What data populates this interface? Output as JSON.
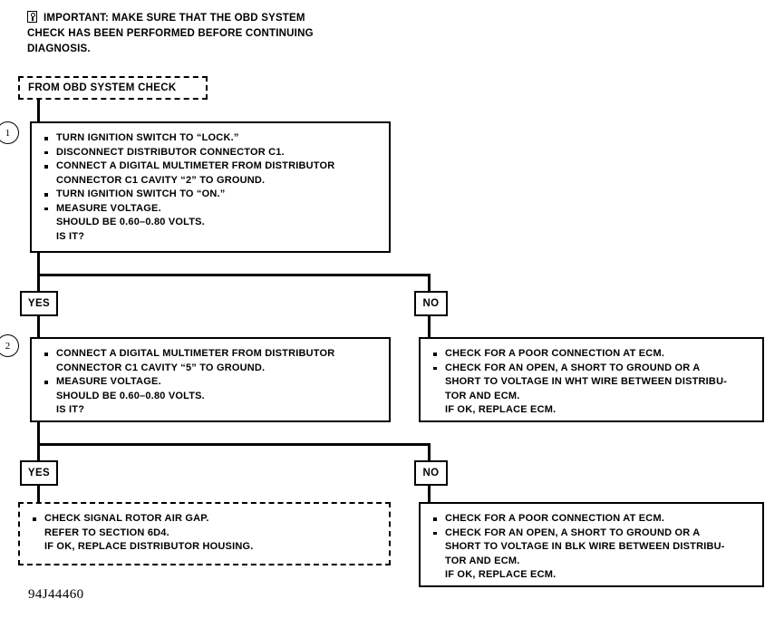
{
  "figure": {
    "id_label": "94J44460",
    "type": "diagnostic-flowchart"
  },
  "note": {
    "icon": "important-notice-icon",
    "lines": [
      "IMPORTANT:  MAKE SURE THAT THE OBD SYSTEM",
      "CHECK HAS BEEN PERFORMED BEFORE CONTINUING",
      "DIAGNOSIS."
    ]
  },
  "entry": {
    "label": "FROM OBD SYSTEM CHECK"
  },
  "steps": [
    {
      "number": "1",
      "items": [
        {
          "bullet": true,
          "text": "TURN IGNITION SWITCH TO “LOCK.”"
        },
        {
          "bullet": true,
          "text": "DISCONNECT DISTRIBUTOR CONNECTOR C1."
        },
        {
          "bullet": true,
          "text": "CONNECT A DIGITAL MULTIMETER FROM DISTRIBUTOR"
        },
        {
          "bullet": false,
          "text": "CONNECTOR C1 CAVITY “2” TO GROUND."
        },
        {
          "bullet": true,
          "text": "TURN IGNITION SWITCH TO “ON.”"
        },
        {
          "bullet": true,
          "text": "MEASURE VOLTAGE."
        },
        {
          "bullet": false,
          "text": "SHOULD BE 0.60–0.80 VOLTS."
        },
        {
          "bullet": false,
          "text": "IS IT?"
        }
      ]
    },
    {
      "number": "2",
      "items": [
        {
          "bullet": true,
          "text": "CONNECT A DIGITAL MULTIMETER FROM DISTRIBUTOR"
        },
        {
          "bullet": false,
          "text": "CONNECTOR C1 CAVITY “5” TO GROUND."
        },
        {
          "bullet": true,
          "text": "MEASURE VOLTAGE."
        },
        {
          "bullet": false,
          "text": "SHOULD BE 0.60–0.80 VOLTS."
        },
        {
          "bullet": false,
          "text": "IS IT?"
        }
      ]
    }
  ],
  "branches": {
    "yes1": "YES",
    "no1": "NO",
    "yes2": "YES",
    "no2": "NO"
  },
  "results": {
    "no_branch_1": {
      "items": [
        {
          "bullet": true,
          "text": "CHECK FOR A POOR CONNECTION AT ECM."
        },
        {
          "bullet": true,
          "text": "CHECK FOR AN OPEN, A SHORT TO GROUND OR A"
        },
        {
          "bullet": false,
          "text": "SHORT TO VOLTAGE IN WHT WIRE BETWEEN DISTRIBU-"
        },
        {
          "bullet": false,
          "text": "TOR AND ECM."
        },
        {
          "bullet": false,
          "text": "IF OK, REPLACE ECM."
        }
      ]
    },
    "no_branch_2": {
      "items": [
        {
          "bullet": true,
          "text": "CHECK FOR A POOR CONNECTION AT ECM."
        },
        {
          "bullet": true,
          "text": "CHECK FOR AN OPEN, A SHORT TO GROUND OR A"
        },
        {
          "bullet": false,
          "text": "SHORT TO VOLTAGE IN BLK WIRE BETWEEN DISTRIBU-"
        },
        {
          "bullet": false,
          "text": "TOR AND ECM."
        },
        {
          "bullet": false,
          "text": "IF OK, REPLACE ECM."
        }
      ]
    },
    "yes_terminal": {
      "items": [
        {
          "bullet": true,
          "text": "CHECK SIGNAL ROTOR AIR GAP."
        },
        {
          "bullet": false,
          "text": "REFER TO SECTION 6D4."
        },
        {
          "bullet": false,
          "text": "IF OK, REPLACE DISTRIBUTOR HOUSING."
        }
      ]
    }
  },
  "colors": {
    "ink": "#000000",
    "paper": "#ffffff"
  }
}
